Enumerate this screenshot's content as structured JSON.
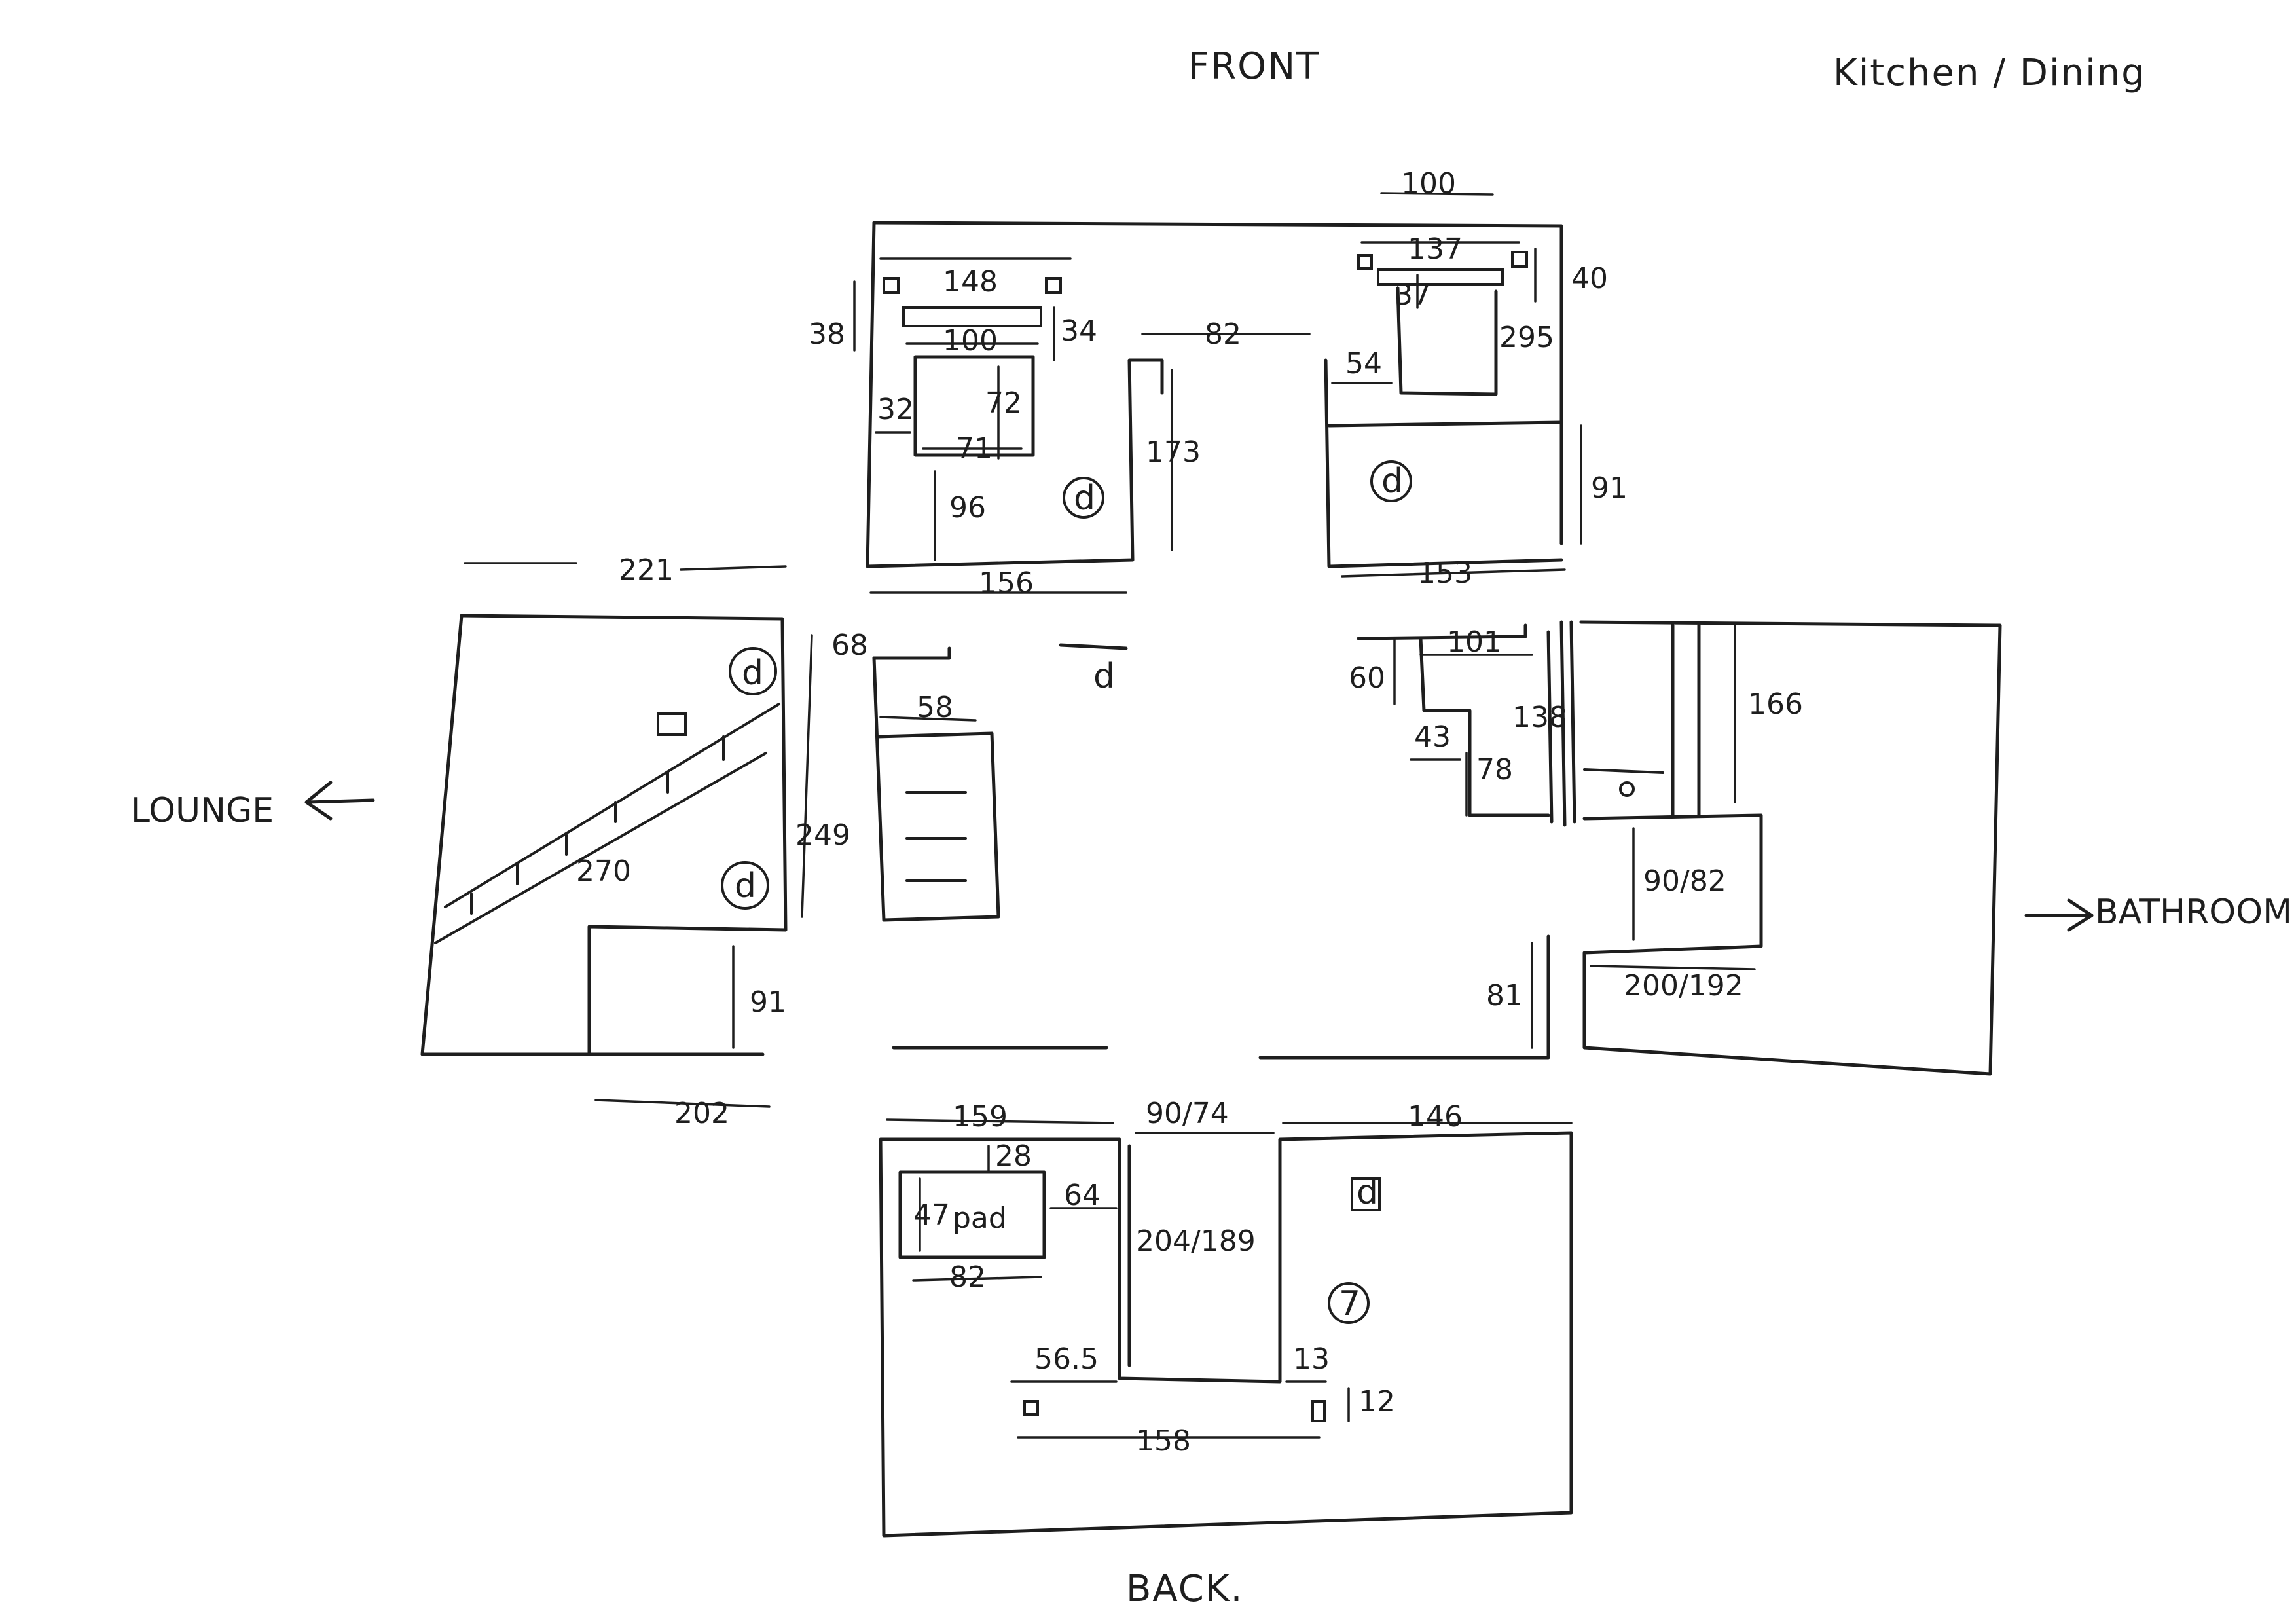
{
  "headings": {
    "front": "FRONT",
    "kitchen_dining": "Kitchen / Dining",
    "back": "BACK.",
    "lounge": "LOUNGE",
    "bathroom": "BATHROOM"
  },
  "marks": {
    "door": "d",
    "window_symbol": "7",
    "pad": "pad"
  },
  "dimensions": {
    "top_left_room": {
      "width_top": "148",
      "bar_width": "100",
      "left_height": "38",
      "bar_height": "34",
      "box_left_offset": "32",
      "box_height": "72",
      "box_width": "71",
      "below_box": "96",
      "bottom_width": "156"
    },
    "corridor_front": {
      "width": "82",
      "depth": "173"
    },
    "top_right_room": {
      "overall": "100",
      "width_top": "137",
      "right_height": "40",
      "small_gap": "37",
      "box_offset": "54",
      "box_depth": "295",
      "lower_height": "91",
      "bottom_width": "153"
    },
    "left_room": {
      "top_width": "221",
      "right_height_top": "68",
      "right_height": "249",
      "stair_length": "270",
      "lower_height": "91",
      "bottom_width": "202"
    },
    "stair_block": {
      "width": "58"
    },
    "right_center": {
      "top_width": "101",
      "left_height": "60",
      "inner_width": "43",
      "inner_height": "78",
      "right_height": "138",
      "lower_height": "81"
    },
    "bath_room": {
      "inner_height": "166",
      "door_width": "90/82",
      "bottom_width": "200/192"
    },
    "bottom_rooms": {
      "left_width": "159",
      "mid_width": "90/74",
      "right_width": "146",
      "pad_top": "28",
      "pad_height": "47",
      "pad_right": "64",
      "pad_width": "82",
      "mid_height": "204/189",
      "gap_left": "56.5",
      "gap_right": "13",
      "post_height": "12",
      "bottom_span": "158"
    }
  }
}
